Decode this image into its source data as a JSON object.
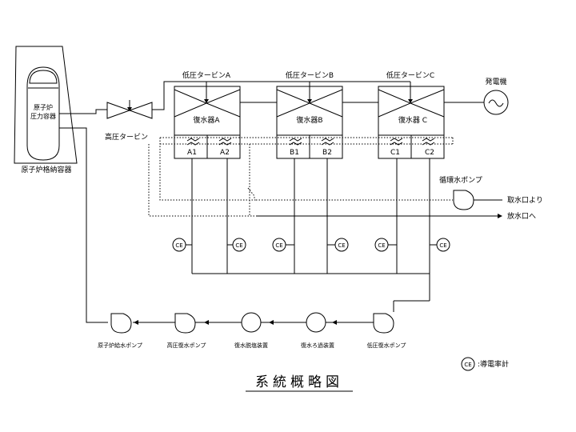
{
  "reactor": {
    "vessel_label_1": "原子炉",
    "vessel_label_2": "圧力容器",
    "containment_label": "原子炉格納容器"
  },
  "hp_turbine": {
    "label": "高圧タービン"
  },
  "lp_turbines": [
    {
      "label": "低圧タービンA",
      "condenser": "復水器A",
      "sections": [
        "A1",
        "A2"
      ]
    },
    {
      "label": "低圧タービンB",
      "condenser": "復水器B",
      "sections": [
        "B1",
        "B2"
      ]
    },
    {
      "label": "低圧タービンC",
      "condenser": "復水器 C",
      "sections": [
        "C1",
        "C2"
      ]
    }
  ],
  "generator": {
    "label": "発電機"
  },
  "circulating_pump": {
    "label": "循環水ポンプ"
  },
  "water_intake": {
    "label": "取水口より"
  },
  "water_discharge": {
    "label": "放水口へ"
  },
  "conductivity_meter": {
    "symbol": "CE",
    "legend": ":導電率計"
  },
  "bottom_train": [
    {
      "label": "原子炉給水ポンプ"
    },
    {
      "label": "高圧復水ポンプ"
    },
    {
      "label": "復水脱塩装置"
    },
    {
      "label": "復水ろ過装置"
    },
    {
      "label": "低圧復水ポンプ"
    }
  ],
  "title": "系統概略図"
}
